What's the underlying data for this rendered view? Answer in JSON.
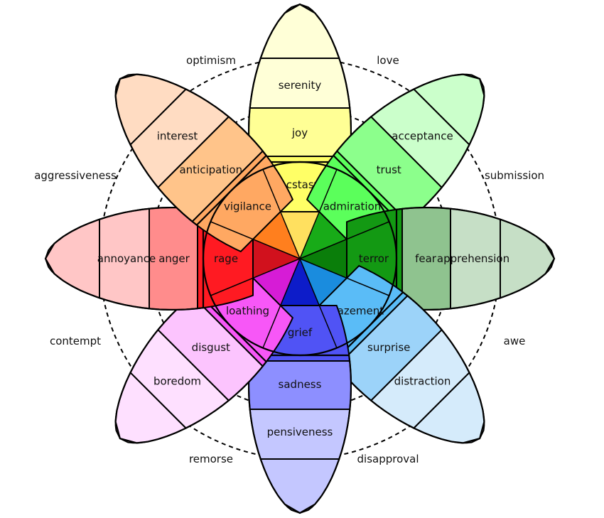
{
  "petals": [
    {
      "colors": [
        "#FFFFD7",
        "#FFFF95",
        "#FFFF66",
        "#FFE05F"
      ],
      "band_labels": [
        "serenity",
        "joy",
        "ecstasy"
      ]
    },
    {
      "colors": [
        "#CBFFCB",
        "#8CFF8C",
        "#5BFF5B",
        "#18AB18"
      ],
      "band_labels": [
        "acceptance",
        "trust",
        "admiration"
      ]
    },
    {
      "colors": [
        "#C6DFC6",
        "#8FC38F",
        "#139913",
        "#0A7E0A"
      ],
      "band_labels": [
        "apprehension",
        "fear",
        "terror"
      ]
    },
    {
      "colors": [
        "#D5EBFB",
        "#9CD3F9",
        "#5ABCF7",
        "#1A8CDE"
      ],
      "band_labels": [
        "distraction",
        "surprise",
        "amazement"
      ]
    },
    {
      "colors": [
        "#C4C7FF",
        "#8D8FFF",
        "#5053F5",
        "#0D1CC9"
      ],
      "band_labels": [
        "pensiveness",
        "sadness",
        "grief"
      ]
    },
    {
      "colors": [
        "#FEE0FF",
        "#FCC4FE",
        "#F757F7",
        "#D61CD6"
      ],
      "band_labels": [
        "boredom",
        "disgust",
        "loathing"
      ]
    },
    {
      "colors": [
        "#FFC6C6",
        "#FF8C8C",
        "#FF1A22",
        "#D1111D"
      ],
      "band_labels": [
        "annoyance",
        "anger",
        "rage"
      ]
    },
    {
      "colors": [
        "#FFDCC2",
        "#FFC48A",
        "#FFA862",
        "#FF7F1E"
      ],
      "band_labels": [
        "interest",
        "anticipation",
        "vigilance"
      ]
    }
  ],
  "dyads": [
    "love",
    "submission",
    "awe",
    "disapproval",
    "remorse",
    "contempt",
    "aggressiveness",
    "optimism"
  ],
  "colors": {
    "outline": "#000000",
    "background": "#ffffff"
  }
}
